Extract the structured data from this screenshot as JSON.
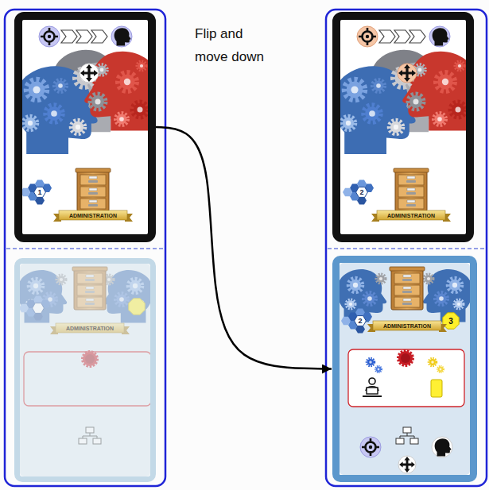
{
  "diagram": {
    "nodes": [
      {
        "text": [
          "1",
          "ADMINISTRATION"
        ]
      },
      {
        "text": [
          "ADMINISTRATION"
        ]
      },
      {
        "text": [
          "2",
          "ADMINISTRATION"
        ]
      },
      {
        "text": [
          "2",
          "ADMINISTRATION",
          "3"
        ]
      }
    ],
    "edges": [
      {
        "from": 0,
        "to": 3,
        "arrow": "to",
        "label": "Flip and move down"
      }
    ]
  }
}
